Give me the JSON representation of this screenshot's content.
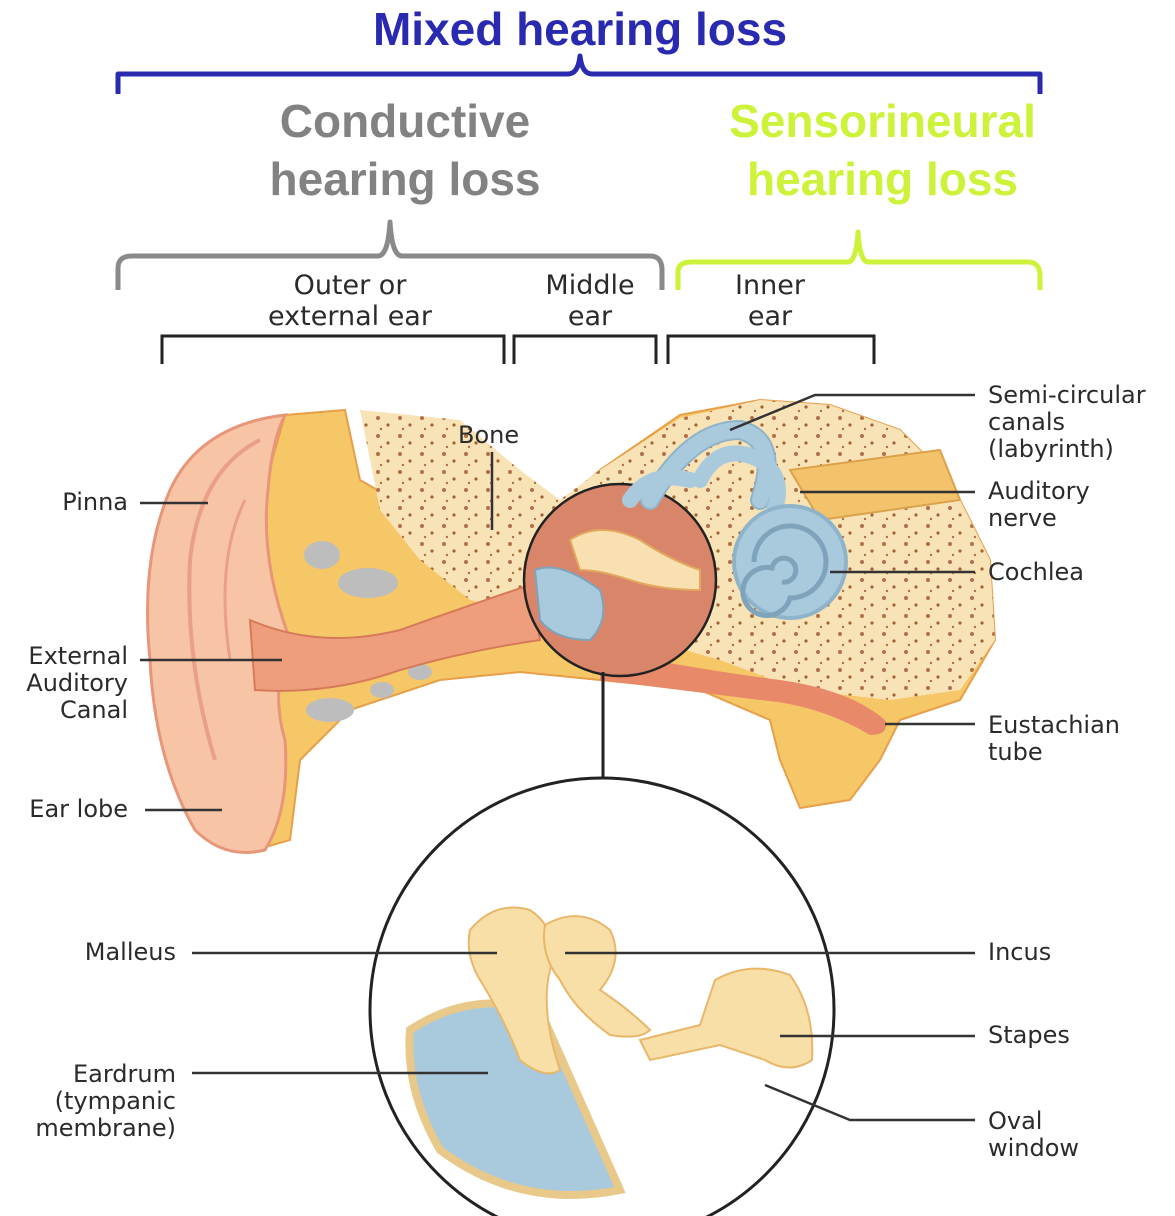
{
  "headings": {
    "mixed": "Mixed hearing loss",
    "conductive": [
      "Conductive",
      "hearing loss"
    ],
    "sensorineural": [
      "Sensorineural",
      "hearing loss"
    ]
  },
  "sections": {
    "outer": [
      "Outer or",
      "external ear"
    ],
    "middle": [
      "Middle",
      "ear"
    ],
    "inner": [
      "Inner",
      "ear"
    ]
  },
  "labels": {
    "pinna": "Pinna",
    "bone": "Bone",
    "external_auditory_canal": [
      "External",
      "Auditory",
      "Canal"
    ],
    "ear_lobe": "Ear lobe",
    "semicircular_canals": [
      "Semi-circular",
      "canals",
      "(labyrinth)"
    ],
    "auditory_nerve": [
      "Auditory",
      "nerve"
    ],
    "cochlea": "Cochlea",
    "eustachian_tube": [
      "Eustachian",
      "tube"
    ],
    "malleus": "Malleus",
    "eardrum": [
      "Eardrum",
      "(tympanic",
      "membrane)"
    ],
    "incus": "Incus",
    "stapes": "Stapes",
    "oval_window": [
      "Oval",
      "window"
    ]
  },
  "colors": {
    "mixed": "#2a2ab0",
    "conductive": "#828282",
    "sensorineural": "#ccf23a",
    "bone": "#f5d79a",
    "skin": "#f2b48f",
    "canal": "#e89a78",
    "inner_ear": "#a9c9dc"
  }
}
